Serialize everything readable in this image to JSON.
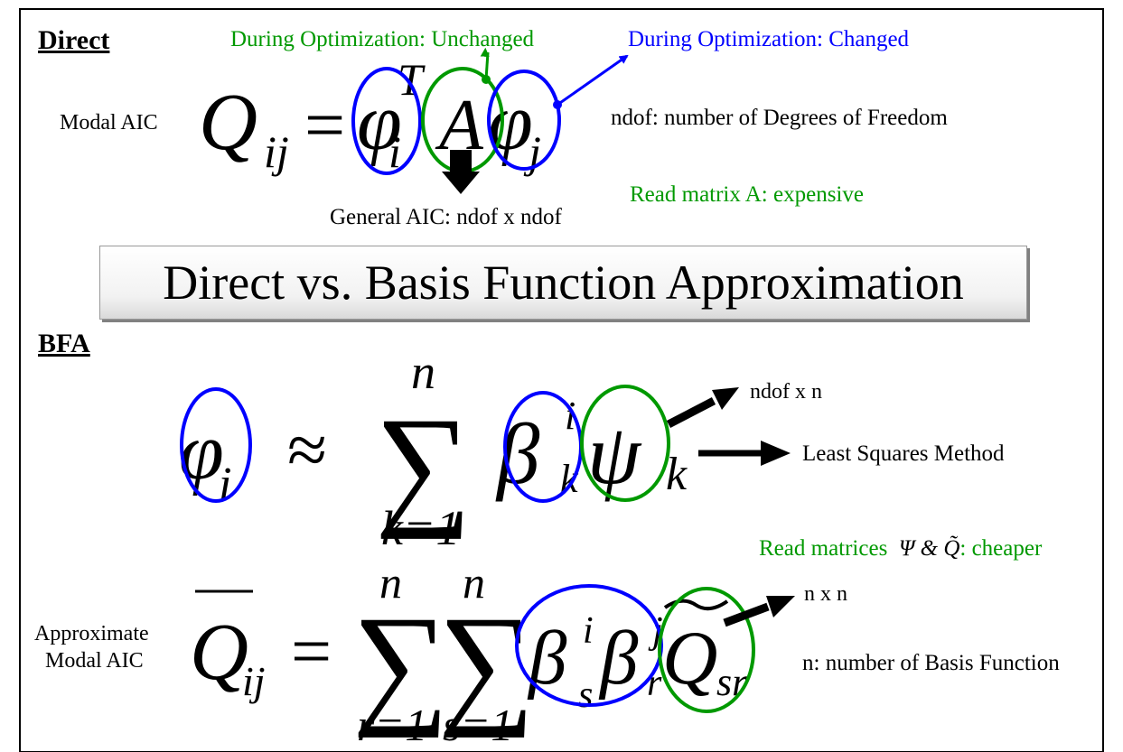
{
  "section_direct": "Direct",
  "section_bfa": "BFA",
  "label_unchanged": "During Optimization: Unchanged",
  "label_changed": "During Optimization: Changed",
  "label_modal_aic": "Modal AIC",
  "label_ndof_def": "ndof: number of Degrees of Freedom",
  "label_read_A": "Read matrix A: expensive",
  "label_general_aic": "General AIC: ndof x ndof",
  "title": "Direct vs. Basis Function Approximation",
  "label_ndof_n": "ndof x n",
  "label_least_squares": "Least Squares Method",
  "label_read_matrices": "Read matrices",
  "label_psi_q": "Ψ & Q̃",
  "label_cheaper": ": cheaper",
  "label_n_n": "n x n",
  "label_approx_1": "Approximate",
  "label_approx_2": "Modal AIC",
  "label_n_def": "n: number of Basis Function",
  "eq1": {
    "Q": "Q",
    "ij": "ij",
    "eq": "=",
    "phi_i": "φ",
    "i": "i",
    "T": "T",
    "A": "A",
    "phi_j": "φ",
    "j": "j"
  },
  "eq2": {
    "phi": "φ",
    "i": "i",
    "approx": "≈",
    "sum": "∑",
    "n": "n",
    "k1": "k=1",
    "beta": "β",
    "bi": "i",
    "bk": "k",
    "psi": "ψ",
    "pk": "k"
  },
  "eq3": {
    "Q": "Q",
    "ij": "ij",
    "eq": "=",
    "sum": "∑",
    "n1": "n",
    "n2": "n",
    "r1": "r=1",
    "s1": "s=1",
    "beta": "β",
    "bi": "i",
    "bs": "s",
    "bj": "j",
    "br": "r",
    "Qt": "Q",
    "sr": "sr"
  }
}
